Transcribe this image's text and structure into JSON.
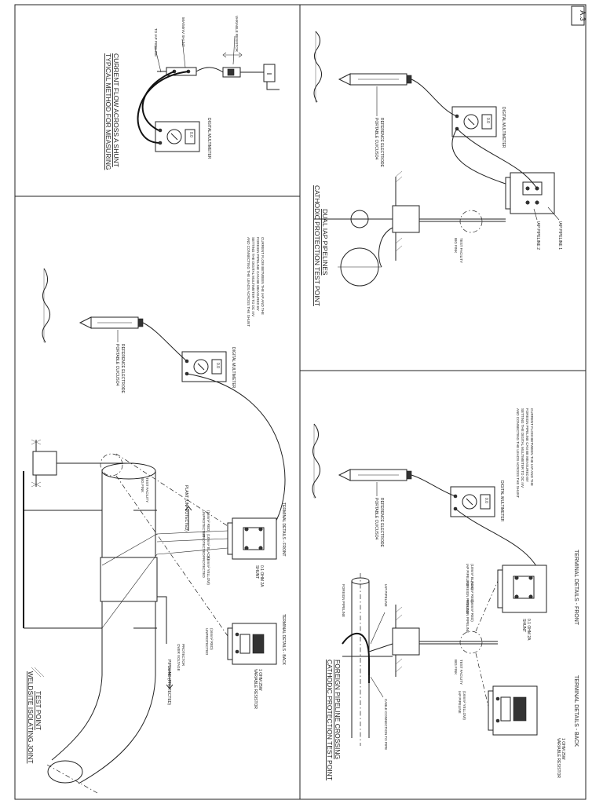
{
  "sheet": {
    "number": "A.3"
  },
  "shunt_panel": {
    "title_line1": "TYPICAL METHOD FOR MEASURING",
    "title_line2": "CURRENT FLOW ACROSS A SHUNT",
    "labels": {
      "variable_resistor": "VARIABLE RESISTOR",
      "shunt": "50A/50mV SHUNT",
      "to_iap_pipeline": "TO IAP PIPELINE",
      "digital_multimeter": "DIGITAL MULTIMETER"
    },
    "meter_text": "0.0"
  },
  "dual_panel": {
    "title_line1": "DUAL IAP PIPELINES",
    "title_line2": "CATHODIC PROTECTION TEST POINT",
    "labels": {
      "digital_multimeter": "DIGITAL MULTIMETER",
      "electrode_line1": "PORTABLE CU/CUSO4",
      "electrode_line2": "REFERENCE ELECTRODE",
      "iap_pipeline_1": "IAP PIPELINE 1",
      "iap_pipeline_2": "IAP PIPELINE 2",
      "test_facility_line1": "BIG FINK",
      "test_facility_line2": "TEST FACILITY"
    },
    "meter_text": "0.0"
  },
  "isolating_panel": {
    "title_line1": "WELDSITE ISOLATING JOINT",
    "title_line2": "TEST POINT",
    "note_line1": "CURRENT FLOW BETWEEN THE IAP AND THE",
    "note_line2": "FOREIGN PIPELINE CAN BE MEASURED BY",
    "note_line3": "SETTING THE DIGITAL MULTIMETER TO DC mV",
    "note_line4": "AND CONNECTING THE LEADS ACROSS THE SHUNT",
    "labels": {
      "digital_multimeter": "DIGITAL MULTIMETER",
      "electrode_line1": "PORTABLE CU/CUSO4",
      "electrode_line2": "REFERENCE ELECTRODE",
      "test_facility_line1": "BIG FINK",
      "test_facility_line2": "TEST FACILITY",
      "plant_unprotected": "PLANT (UNPROTECTED)",
      "unprotected_red": "UNPROTECTED",
      "unprotected_red_size": "(16mm² RED)",
      "protected_black": "PROTECTED",
      "protected_black_size": "(10mm² BLACK)",
      "protected_yellow": "PROTECTED",
      "protected_yellow_size": "(16mm² YELLOW)",
      "terminal_front": "TERMINAL DETAILS - FRONT",
      "terminal_back": "TERMINAL DETAILS - BACK",
      "shunt_spec_line1": "0.1 OHM 2A",
      "shunt_spec_line2": "SHUNT",
      "unprotected_back": "UNPROTECTED",
      "unprotected_back_size": "(16mm² RED)",
      "resistor_spec_line1": "1 OHM 25W",
      "resistor_spec_line2": "VARIABLE RESISTOR",
      "over_voltage_line1": "OVER VOLTAGE",
      "over_voltage_line2": "PROTECTOR",
      "pipeline_protected": "PIPELINE (PROTECTED)"
    },
    "meter_text": "0.0"
  },
  "foreign_panel": {
    "title_line1": "FOREIGN PIPELINE CROSSING",
    "title_line2": "CATHODIC PROTECTION TEST POINT",
    "note_line1": "CURRENT FLOW BETWEEN THE IAP AND THE",
    "note_line2": "FOREIGN PIPELINE CAN BE MEASURED BY",
    "note_line3": "SETTING THE DIGITAL MULTIMETER TO DC mV",
    "note_line4": "AND CONNECTING THE LEADS ACROSS THE SHUNT",
    "labels": {
      "digital_multimeter": "DIGITAL MULTIMETER",
      "electrode_line1": "PORTABLE CU/CUSO4",
      "electrode_line2": "REFERENCE ELECTRODE",
      "terminal_front": "TERMINAL DETAILS - FRONT",
      "terminal_back": "TERMINAL DETAILS - BACK",
      "iap_black": "IAP PIPELINE",
      "iap_black_size": "(10mm² BLACK)",
      "foreign_red_a": "FOREIGN PIPELINE",
      "foreign_red_a_size": "(16mm² RED)",
      "foreign_red_b": "FOREIGN PIPELINE",
      "foreign_red_b_size": "(16mm² RED)",
      "shunt_spec_line1": "0.1 OHM 2A",
      "shunt_spec_line2": "SHUNT",
      "iap_yellow": "IAP PIPELINE",
      "iap_yellow_size": "(16mm² YELLOW)",
      "resistor_spec_line1": "1 OHM 25W",
      "resistor_spec_line2": "VARIABLE RESISTOR",
      "foreign_pipeline": "FOREIGN PIPELINE",
      "iap_pipeline": "IAP PIPELINE",
      "cable_connection": "CABLE CONNECTION TO PIPE",
      "test_facility_line1": "BIG FINK",
      "test_facility_line2": "TEST FACILITY"
    },
    "meter_text": "0.0"
  }
}
